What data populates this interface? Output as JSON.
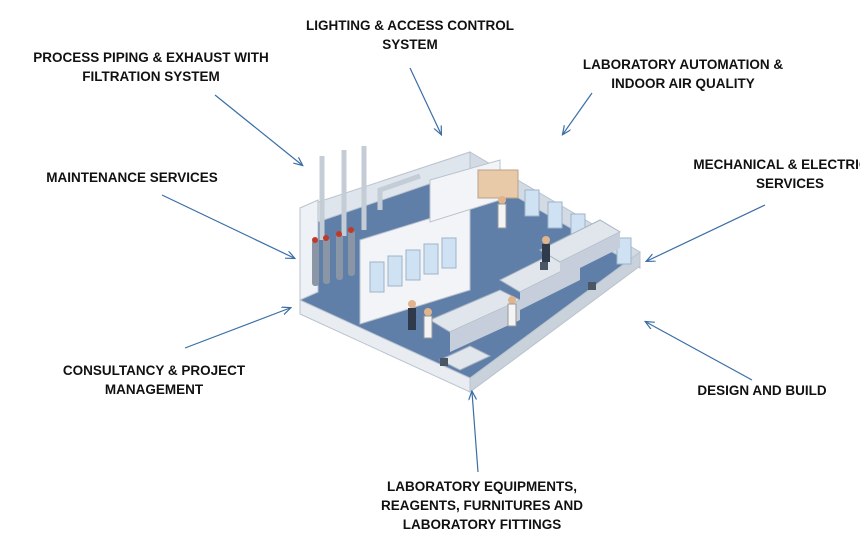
{
  "labels": {
    "lighting": "LIGHTING  & ACCESS CONTROL\nSYSTEM",
    "process_piping": "PROCESS PIPING & EXHAUST WITH\nFILTRATION SYSTEM",
    "lab_automation": "LABORATORY AUTOMATION &\nINDOOR AIR QUALITY",
    "maintenance": "MAINTENANCE SERVICES",
    "mechanical": "MECHANICAL & ELECTRICAL\nSERVICES",
    "consultancy": "CONSULTANCY & PROJECT\nMANAGEMENT",
    "design_build": "DESIGN AND BUILD",
    "lab_equipment": "LABORATORY EQUIPMENTS,\nREAGENTS, FURNITURES AND\nLABORATORY FITTINGS"
  },
  "colors": {
    "arrow": "#3a6ea5",
    "floor": "#5f7fa8",
    "wall": "#e9edf2",
    "wall_shade": "#c9d1db",
    "window": "#cfe2f3"
  }
}
